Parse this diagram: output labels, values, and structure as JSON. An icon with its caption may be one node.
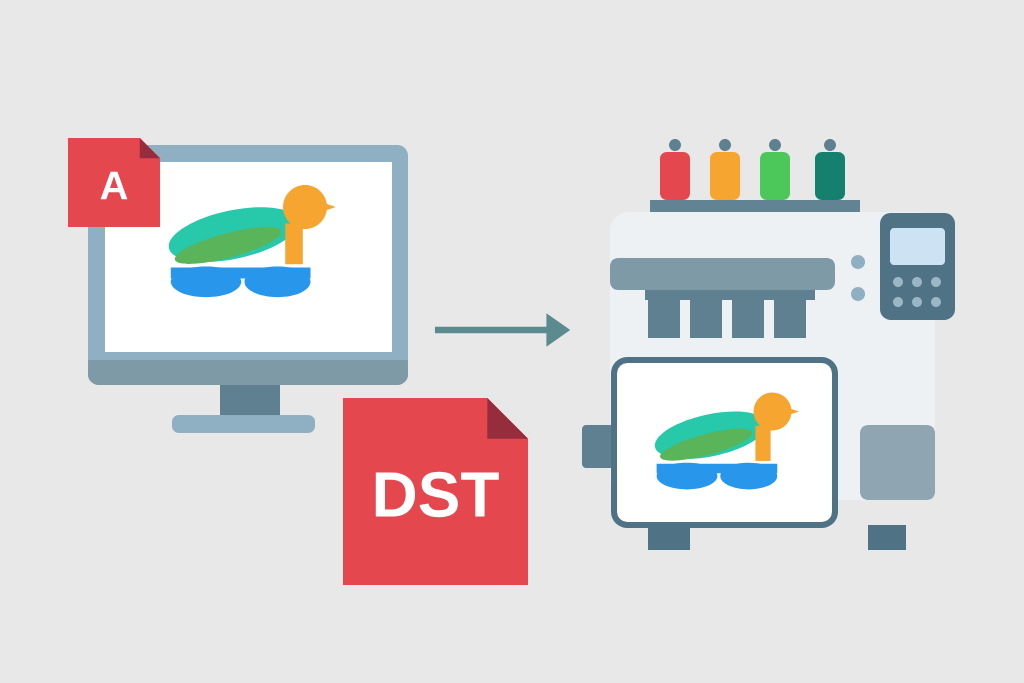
{
  "diagram": {
    "nodes": [
      {
        "text": [],
        "shape": "picture"
      },
      {
        "text": [],
        "shape": "picture"
      }
    ],
    "edges": [
      {
        "from": 0,
        "to": 1,
        "arrow": "to"
      }
    ],
    "labels": [
      "A",
      "DST"
    ]
  }
}
